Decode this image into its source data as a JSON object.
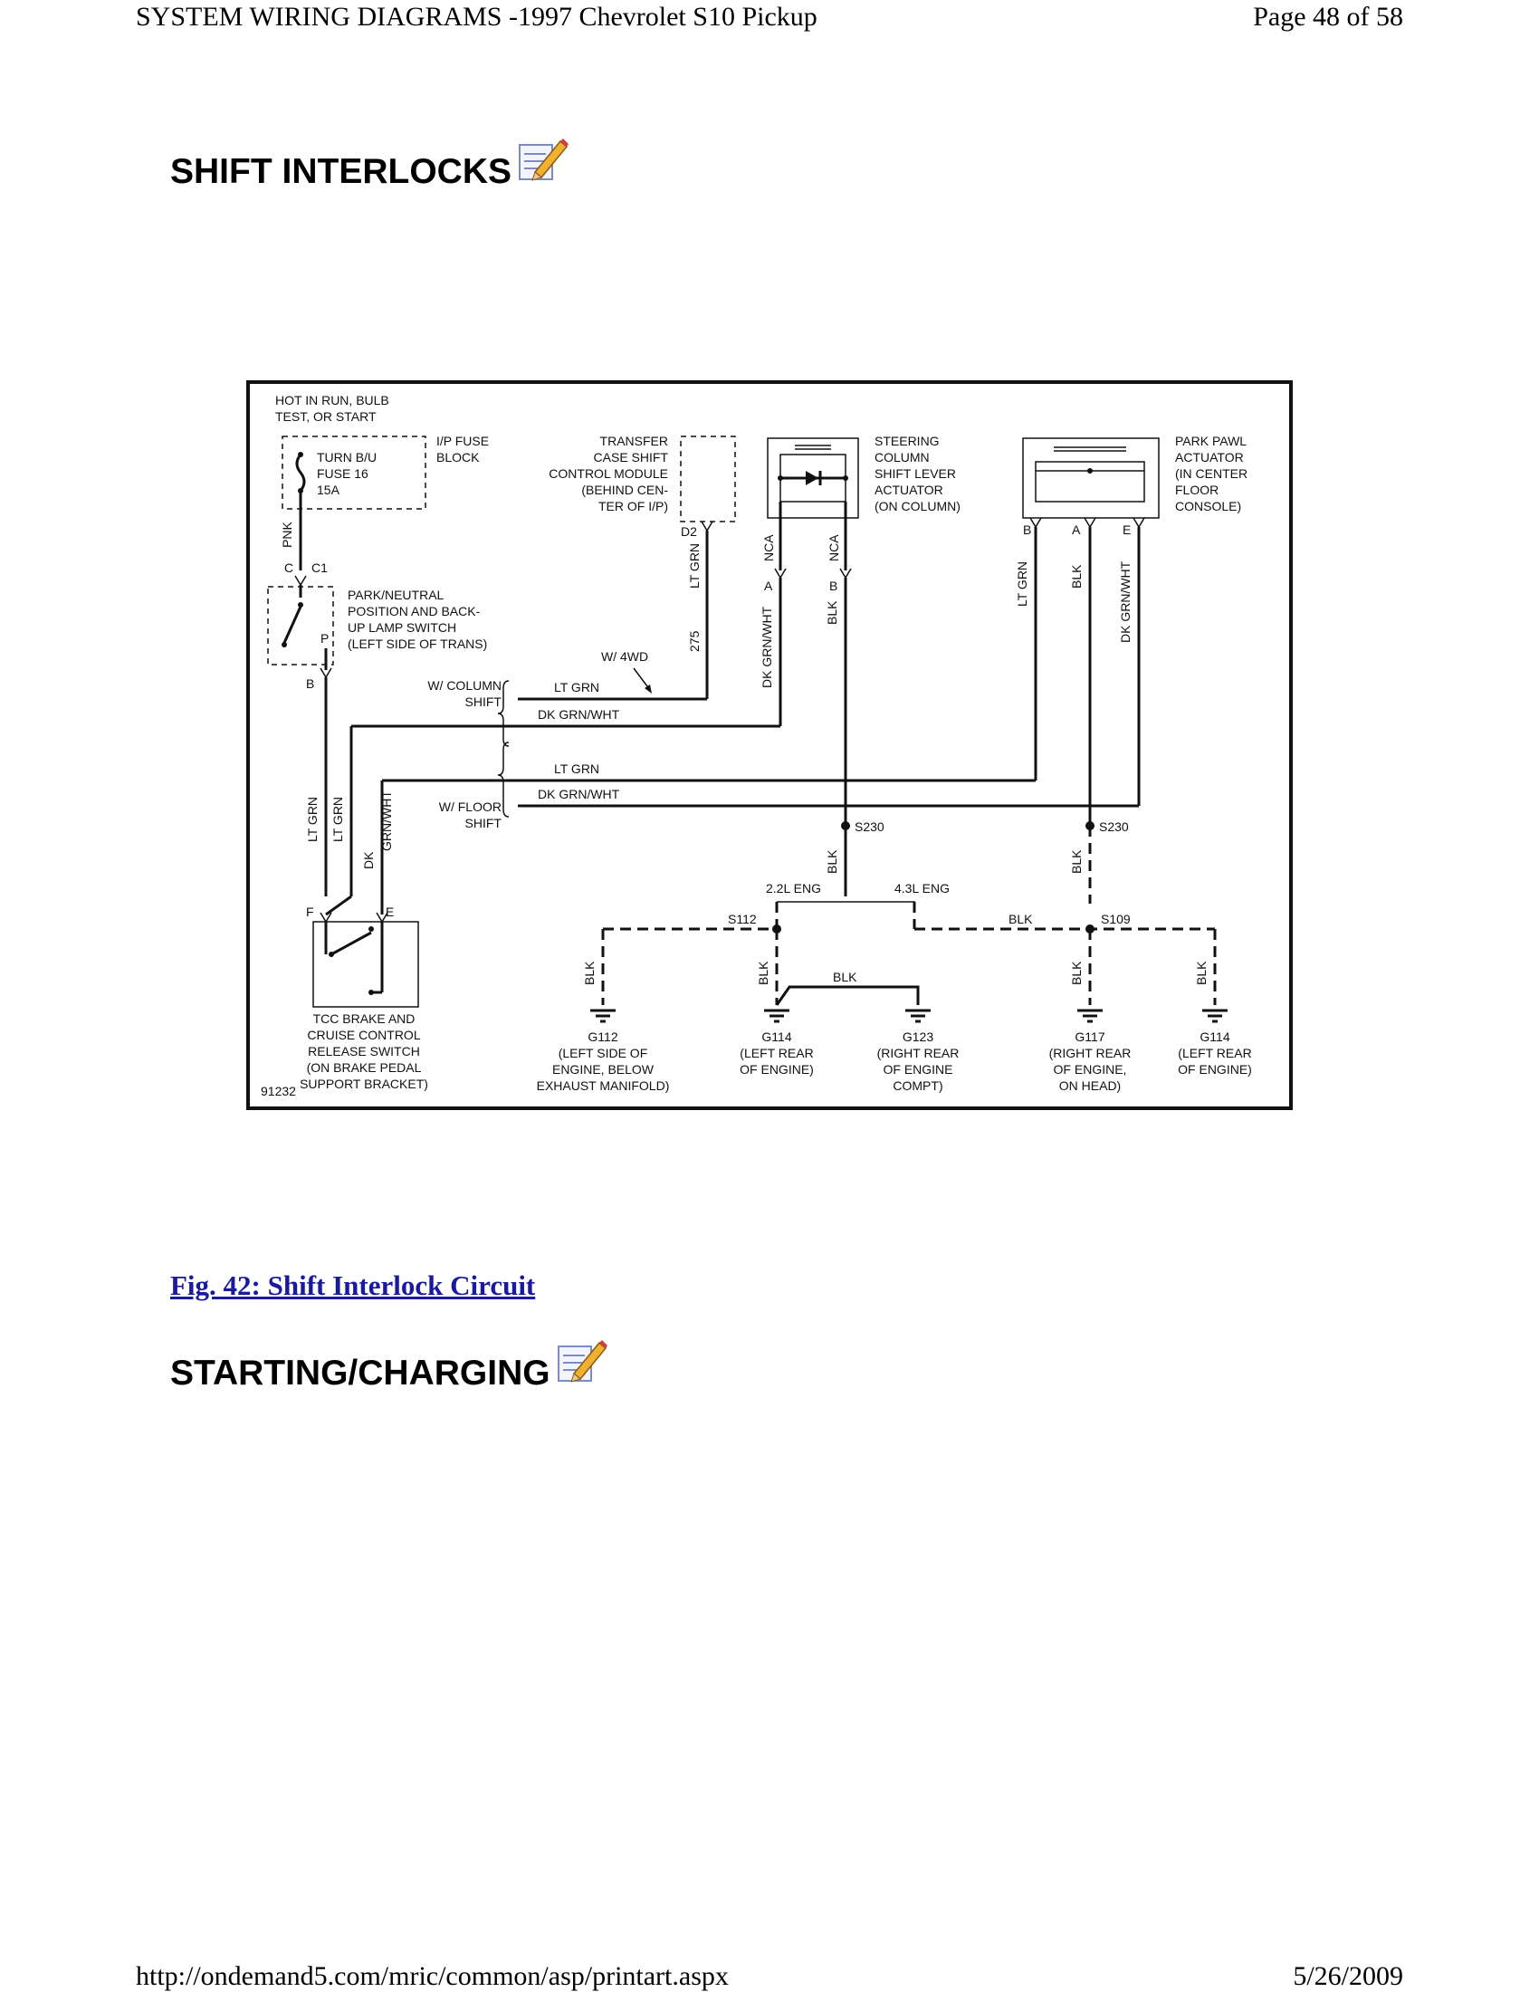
{
  "header": {
    "left": "SYSTEM WIRING DIAGRAMS -1997 Chevrolet S10 Pickup",
    "right": "Page 48 of 58"
  },
  "footer": {
    "url": "http://ondemand5.com/mric/common/asp/printart.aspx",
    "date": "5/26/2009"
  },
  "sections": [
    {
      "title": "SHIFT INTERLOCKS",
      "icon": "edit-note-icon"
    },
    {
      "title": "STARTING/CHARGING",
      "icon": "edit-note-icon"
    }
  ],
  "figure": {
    "caption": "Fig. 42: Shift Interlock Circuit",
    "labels": {
      "hot1": "HOT IN RUN, BULB",
      "hot2": "TEST, OR START",
      "fuse1": "TURN B/U",
      "fuse2": "FUSE 16",
      "fuse3": "15A",
      "ipfuse1": "I/P FUSE",
      "ipfuse2": "BLOCK",
      "tc1": "TRANSFER",
      "tc2": "CASE SHIFT",
      "tc3": "CONTROL MODULE",
      "tc4": "(BEHIND CEN-",
      "tc5": "TER OF I/P)",
      "sc1": "STEERING",
      "sc2": "COLUMN",
      "sc3": "SHIFT LEVER",
      "sc4": "ACTUATOR",
      "sc5": "(ON COLUMN)",
      "pp1": "PARK PAWL",
      "pp2": "ACTUATOR",
      "pp3": "(IN CENTER",
      "pp4": "FLOOR",
      "pp5": "CONSOLE)",
      "pn1": "PARK/NEUTRAL",
      "pn2": "POSITION AND BACK-",
      "pn3": "UP LAMP SWITCH",
      "pn4": "(LEFT SIDE OF TRANS)",
      "tcc1": "TCC BRAKE AND",
      "tcc2": "CRUISE CONTROL",
      "tcc3": "RELEASE SWITCH",
      "tcc4": "(ON BRAKE PEDAL",
      "tcc5": "SUPPORT BRACKET)",
      "wcol1": "W/ COLUMN",
      "wcol2": "SHIFT",
      "wfloor1": "W/ FLOOR",
      "wfloor2": "SHIFT",
      "w4wd": "W/ 4WD",
      "pnk": "PNK",
      "c": "C",
      "c1": "C1",
      "p": "P",
      "b": "B",
      "a": "A",
      "d2": "D2",
      "e": "E",
      "f": "F",
      "nca": "NCA",
      "ltgrn": "LT GRN",
      "dkgrnwht": "DK GRN/WHT",
      "dk": "DK",
      "grnwht": "GRN/WHT",
      "blk": "BLK",
      "n275": "275",
      "s230": "S230",
      "s112": "S112",
      "s109": "S109",
      "eng22": "2.2L ENG",
      "eng43": "4.3L ENG",
      "g112a": "G112",
      "g112b": "(LEFT SIDE OF",
      "g112c": "ENGINE, BELOW",
      "g112d": "EXHAUST MANIFOLD)",
      "g114a": "G114",
      "g114b": "(LEFT REAR",
      "g114c": "OF ENGINE)",
      "g123a": "G123",
      "g123b": "(RIGHT REAR",
      "g123c": "OF ENGINE",
      "g123d": "COMPT)",
      "g117a": "G117",
      "g117b": "(RIGHT REAR",
      "g117c": "OF ENGINE,",
      "g117d": "ON HEAD)",
      "g114d": "G114",
      "g114e": "(LEFT REAR",
      "g114f": "OF ENGINE)",
      "figno": "91232"
    }
  }
}
